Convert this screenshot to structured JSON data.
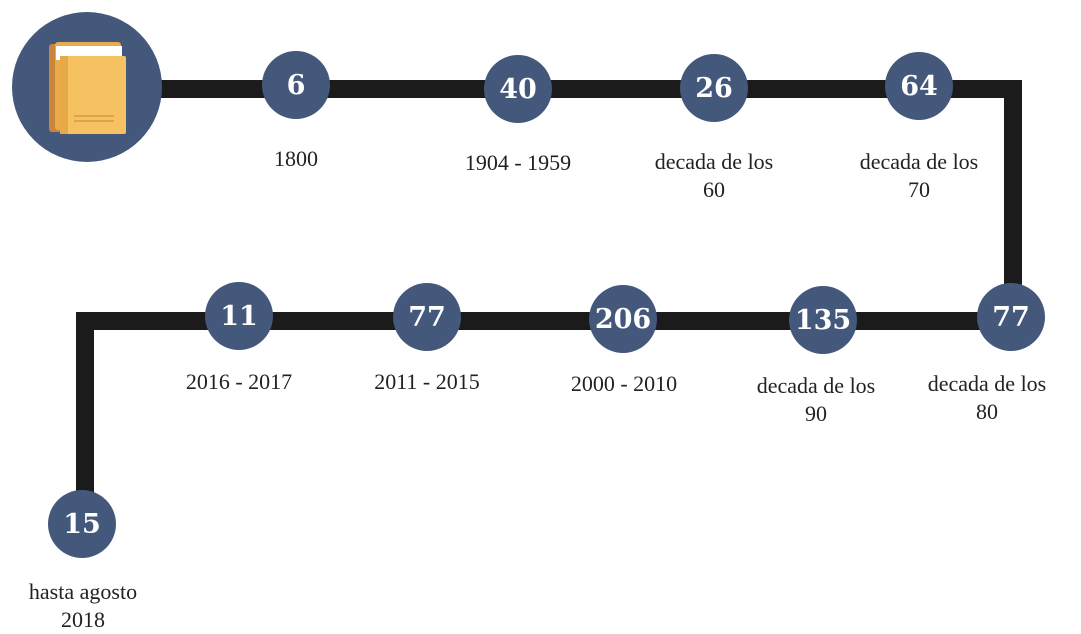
{
  "timeline": {
    "colors": {
      "node": "#44587b",
      "line": "#1b1b1b",
      "book_cover": "#f6c160",
      "book_spine": "#c9853a"
    },
    "icon": "book-icon",
    "milestones": [
      {
        "count": "6",
        "period": "1800"
      },
      {
        "count": "40",
        "period": "1904 - 1959"
      },
      {
        "count": "26",
        "period": "decada de los\n60"
      },
      {
        "count": "64",
        "period": "decada de los\n70"
      },
      {
        "count": "77",
        "period": "decada de los\n80"
      },
      {
        "count": "135",
        "period": "decada de los\n90"
      },
      {
        "count": "206",
        "period": "2000 - 2010"
      },
      {
        "count": "77",
        "period": "2011 - 2015"
      },
      {
        "count": "11",
        "period": "2016 - 2017"
      },
      {
        "count": "15",
        "period": "hasta agosto\n2018"
      }
    ]
  }
}
